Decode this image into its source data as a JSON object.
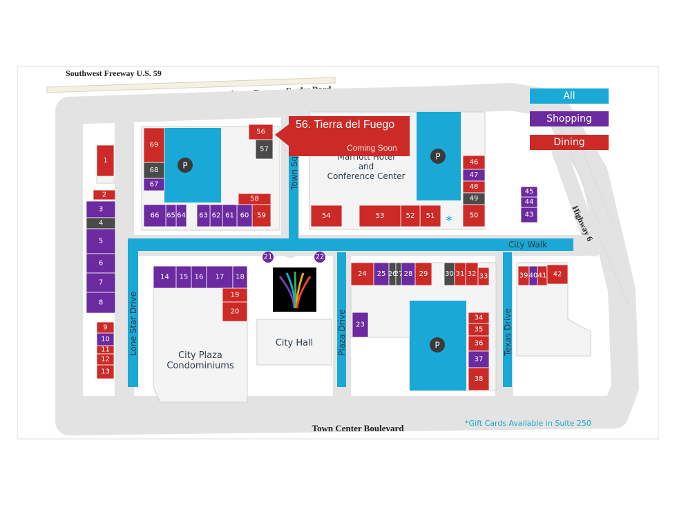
{
  "roads": {
    "freeway": "Southwest Freeway   U.S. 59",
    "feeder": "Southwest Freeway Feeder Road",
    "highway6": "Highway 6",
    "boulevard": "Town Center Boulevard"
  },
  "streets": {
    "lone_star": "Lone Star Drive",
    "town_square": "Town Sq",
    "plaza": "Plaza Drive",
    "texas": "Texas Drive",
    "city_walk": "City Walk"
  },
  "landmarks": {
    "marriott": [
      "Marriott Hotel",
      "and",
      "Conference Center"
    ],
    "city_plaza": [
      "City Plaza",
      "Condominiums"
    ],
    "city_hall": "City Hall",
    "parking": "P"
  },
  "legend": {
    "all": "All",
    "shopping": "Shopping",
    "dining": "Dining"
  },
  "callout": {
    "title": "56. Tierra del Fuego",
    "subtitle": "Coming Soon"
  },
  "gift_note": "*Gift Cards Available in Suite 250",
  "asterisk": "*",
  "colors": {
    "all": "#1aa9d6",
    "shopping": "#6b2aa0",
    "dining": "#cc2a27",
    "other": "#4a4a4a",
    "road": "#e3e3e3"
  },
  "suites": [
    {
      "id": "1",
      "type": "dining"
    },
    {
      "id": "2",
      "type": "dining"
    },
    {
      "id": "3",
      "type": "shopping"
    },
    {
      "id": "4",
      "type": "other"
    },
    {
      "id": "5",
      "type": "shopping"
    },
    {
      "id": "6",
      "type": "shopping"
    },
    {
      "id": "7",
      "type": "shopping"
    },
    {
      "id": "8",
      "type": "shopping"
    },
    {
      "id": "9",
      "type": "dining"
    },
    {
      "id": "10",
      "type": "shopping"
    },
    {
      "id": "11",
      "type": "dining"
    },
    {
      "id": "12",
      "type": "dining"
    },
    {
      "id": "13",
      "type": "dining"
    },
    {
      "id": "14",
      "type": "shopping"
    },
    {
      "id": "15",
      "type": "shopping"
    },
    {
      "id": "16",
      "type": "shopping"
    },
    {
      "id": "17",
      "type": "shopping"
    },
    {
      "id": "18",
      "type": "shopping"
    },
    {
      "id": "19",
      "type": "dining"
    },
    {
      "id": "20",
      "type": "dining"
    },
    {
      "id": "21",
      "type": "shopping"
    },
    {
      "id": "22",
      "type": "shopping"
    },
    {
      "id": "23",
      "type": "shopping"
    },
    {
      "id": "24",
      "type": "dining"
    },
    {
      "id": "25",
      "type": "shopping"
    },
    {
      "id": "26",
      "type": "other"
    },
    {
      "id": "27",
      "type": "other"
    },
    {
      "id": "28",
      "type": "shopping"
    },
    {
      "id": "29",
      "type": "dining"
    },
    {
      "id": "30",
      "type": "other"
    },
    {
      "id": "31",
      "type": "dining"
    },
    {
      "id": "32",
      "type": "dining"
    },
    {
      "id": "33",
      "type": "dining"
    },
    {
      "id": "34",
      "type": "dining"
    },
    {
      "id": "35",
      "type": "dining"
    },
    {
      "id": "36",
      "type": "dining"
    },
    {
      "id": "37",
      "type": "shopping"
    },
    {
      "id": "38",
      "type": "dining"
    },
    {
      "id": "39",
      "type": "dining"
    },
    {
      "id": "40",
      "type": "shopping"
    },
    {
      "id": "41",
      "type": "dining"
    },
    {
      "id": "42",
      "type": "dining"
    },
    {
      "id": "43",
      "type": "shopping"
    },
    {
      "id": "44",
      "type": "shopping"
    },
    {
      "id": "45",
      "type": "shopping"
    },
    {
      "id": "46",
      "type": "dining"
    },
    {
      "id": "47",
      "type": "shopping"
    },
    {
      "id": "48",
      "type": "dining"
    },
    {
      "id": "49",
      "type": "other"
    },
    {
      "id": "50",
      "type": "dining"
    },
    {
      "id": "51",
      "type": "dining"
    },
    {
      "id": "52",
      "type": "dining"
    },
    {
      "id": "53",
      "type": "dining"
    },
    {
      "id": "54",
      "type": "dining"
    },
    {
      "id": "56",
      "type": "dining"
    },
    {
      "id": "57",
      "type": "other"
    },
    {
      "id": "58",
      "type": "dining"
    },
    {
      "id": "59",
      "type": "dining"
    },
    {
      "id": "60",
      "type": "shopping"
    },
    {
      "id": "61",
      "type": "shopping"
    },
    {
      "id": "62",
      "type": "shopping"
    },
    {
      "id": "63",
      "type": "shopping"
    },
    {
      "id": "64",
      "type": "shopping"
    },
    {
      "id": "65",
      "type": "shopping"
    },
    {
      "id": "66",
      "type": "shopping"
    },
    {
      "id": "67",
      "type": "shopping"
    },
    {
      "id": "68",
      "type": "other"
    },
    {
      "id": "69",
      "type": "dining"
    }
  ]
}
